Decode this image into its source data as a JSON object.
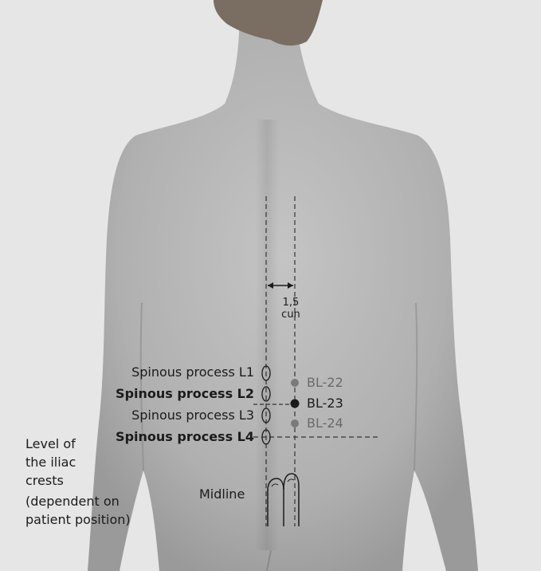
{
  "labels": {
    "l1": "Spinous process L1",
    "l2": "Spinous process L2",
    "l3": "Spinous process L3",
    "l4": "Spinous process L4",
    "bl22": "BL-22",
    "bl23": "BL-23",
    "bl24": "BL-24",
    "distance_value": "1,5",
    "distance_unit": "cun",
    "midline": "Midline",
    "iliac_line1": "Level of",
    "iliac_line2": "the iliac",
    "iliac_line3": "crests",
    "iliac_line4": "(dependent on",
    "iliac_line5": "patient position)"
  },
  "colors": {
    "background": "#e6e6e6",
    "skin": "#b3b3b3",
    "hair": "#7a6e62",
    "primary_point": "#1b1b1b",
    "secondary_point": "#7a7a7a"
  }
}
